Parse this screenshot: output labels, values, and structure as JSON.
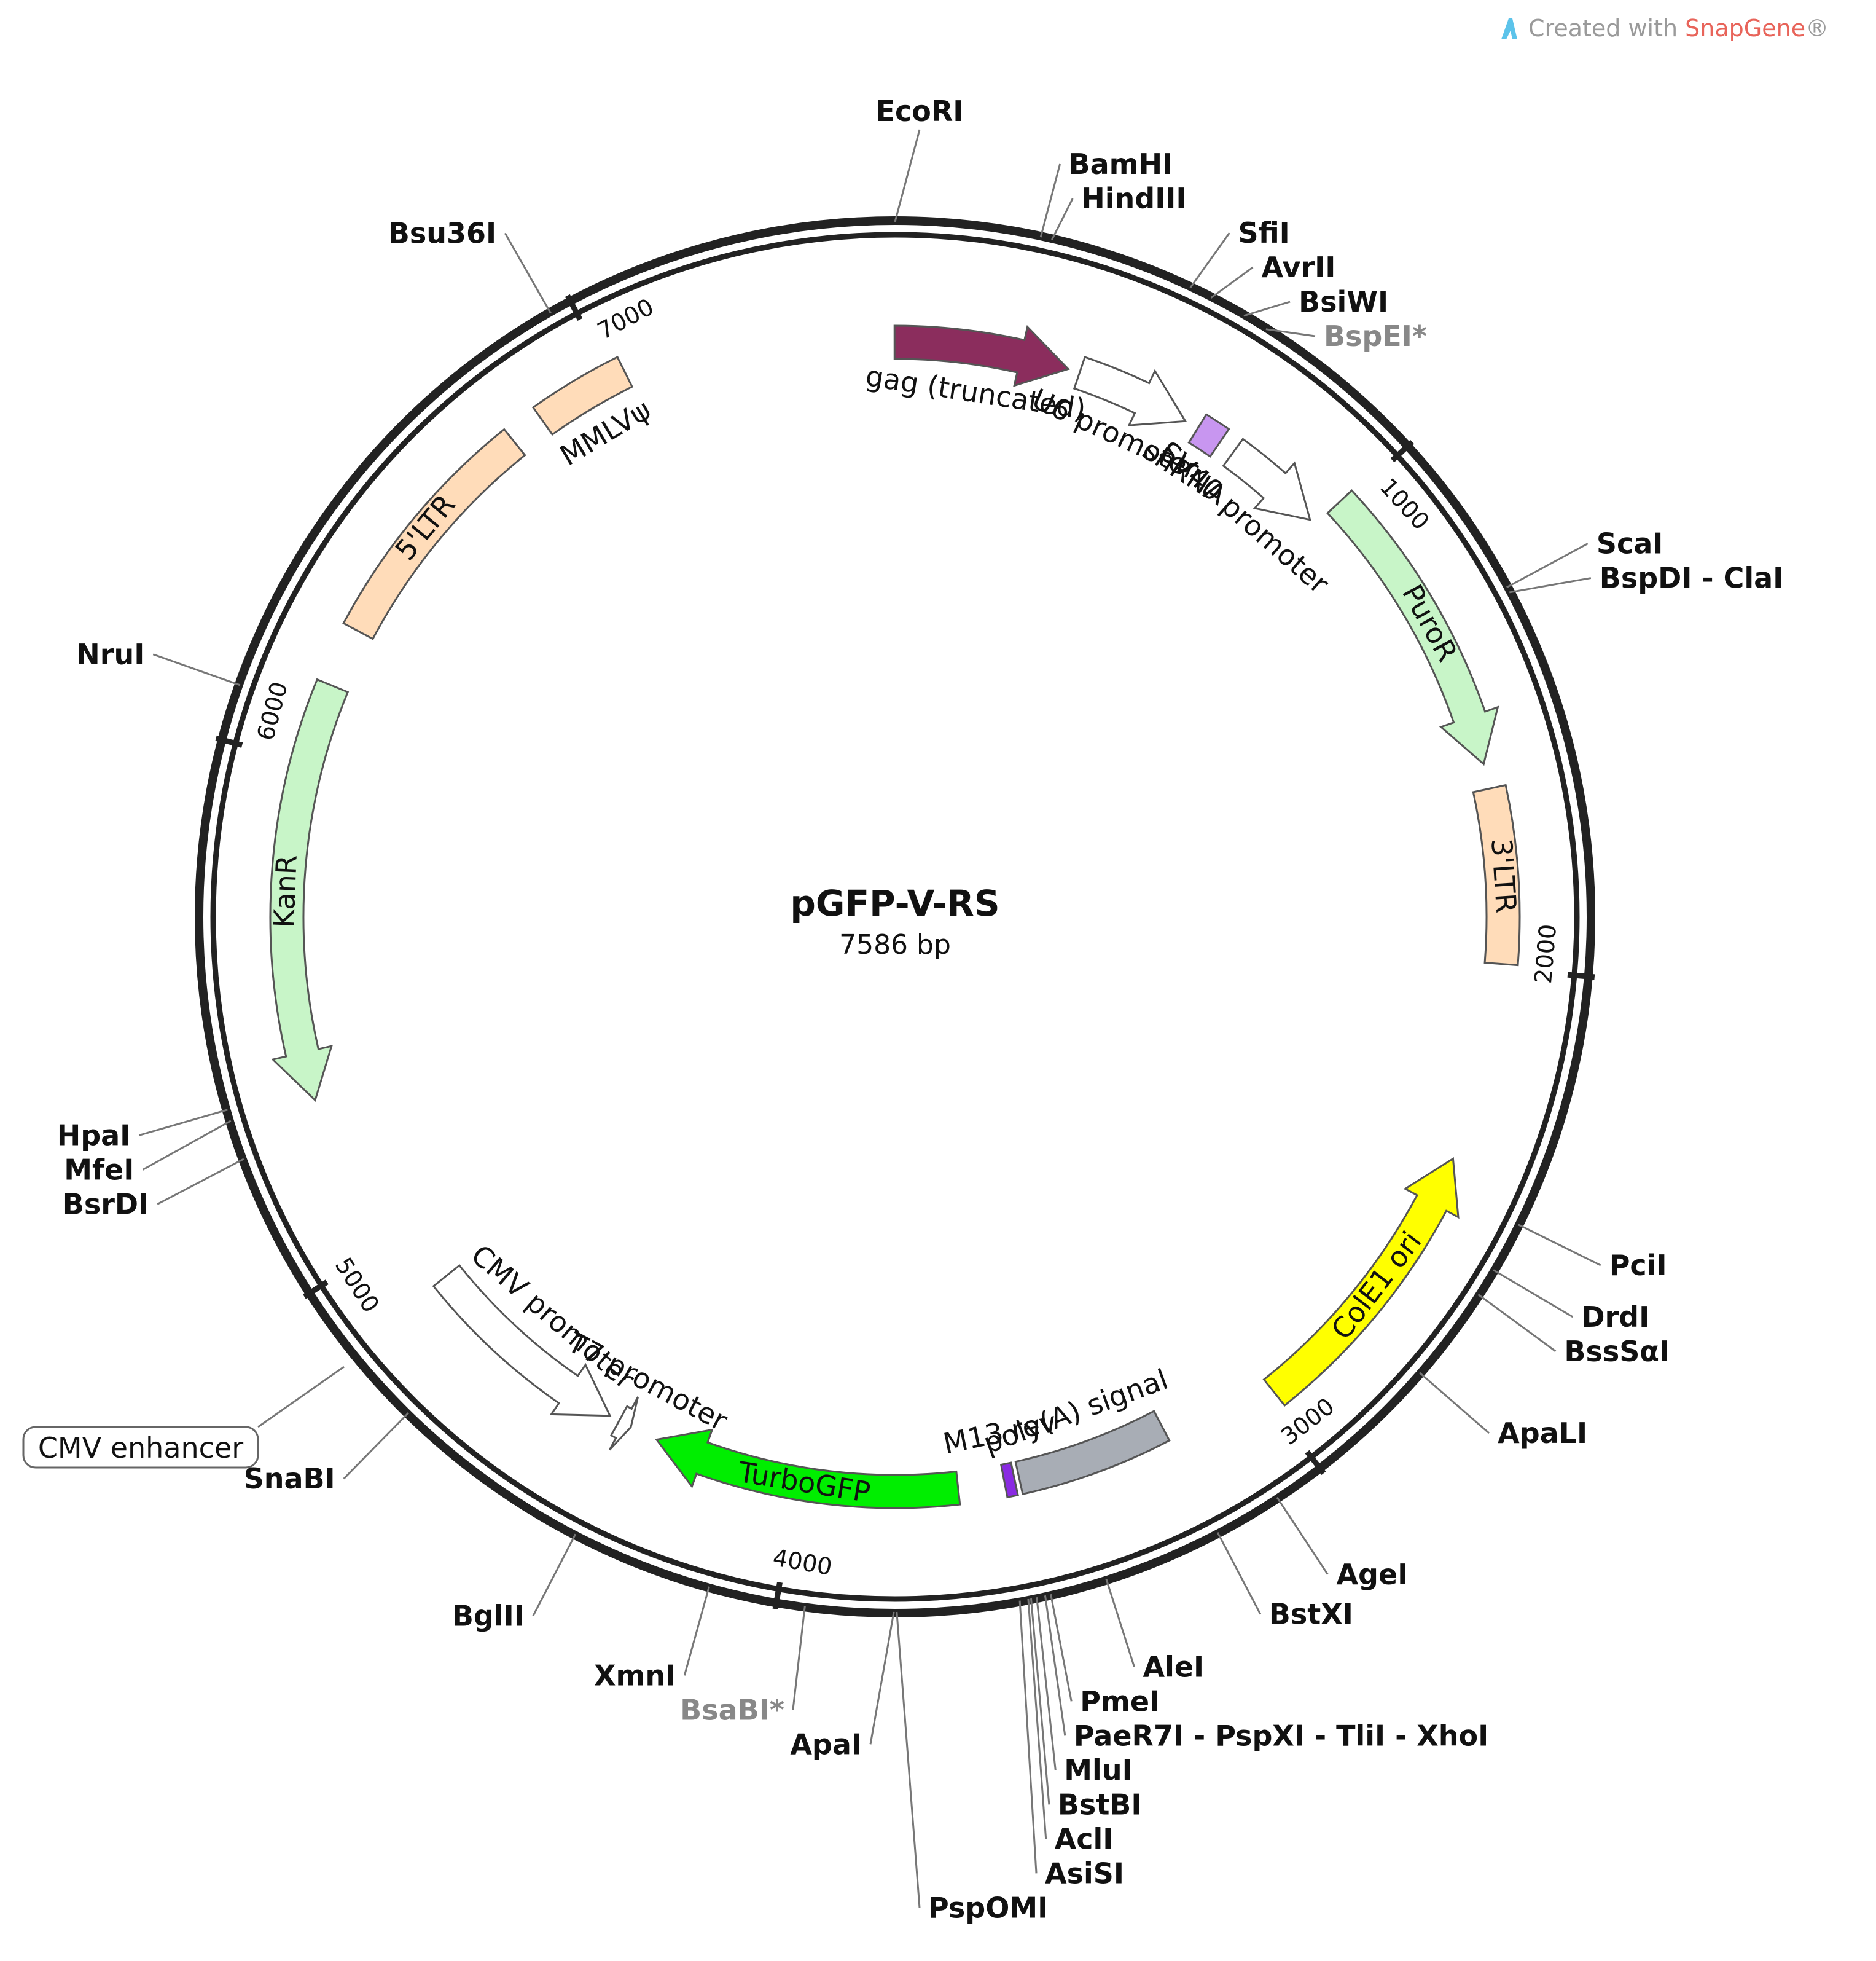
{
  "watermark": {
    "prefix": "Created with ",
    "brand": "SnapGene",
    "mark": "®"
  },
  "plasmid": {
    "name": "pGFP-V-RS",
    "length_label": "7586 bp",
    "length": 7586
  },
  "ticks": [
    {
      "pos": 1000,
      "label": "1000"
    },
    {
      "pos": 2000,
      "label": "2000"
    },
    {
      "pos": 3000,
      "label": "3000"
    },
    {
      "pos": 4000,
      "label": "4000"
    },
    {
      "pos": 5000,
      "label": "5000"
    },
    {
      "pos": 6000,
      "label": "6000"
    },
    {
      "pos": 7000,
      "label": "7000"
    }
  ],
  "features": [
    {
      "name": "gag (truncated)",
      "start": 7585,
      "end": 370,
      "strand": 1,
      "color": "#8b2d5d",
      "track": 2
    },
    {
      "name": "U6 promoter",
      "start": 395,
      "end": 640,
      "strand": 1,
      "color": "#ffffff",
      "track": 2
    },
    {
      "name": "shRNA",
      "start": 670,
      "end": 725,
      "strand": 0,
      "color": "#c896f0",
      "track": 2
    },
    {
      "name": "SV40 promoter",
      "start": 760,
      "end": 975,
      "strand": 1,
      "color": "#ffffff",
      "track": 2
    },
    {
      "name": "PuroR",
      "start": 990,
      "end": 1590,
      "strand": 1,
      "color": "#c8f5c8",
      "track": 1
    },
    {
      "name": "3'LTR",
      "start": 1640,
      "end": 1990,
      "strand": 0,
      "color": "#ffdcb9",
      "track": 1
    },
    {
      "name": "ColE1 ori",
      "start": 2390,
      "end": 2980,
      "strand": -1,
      "color": "#ffff00",
      "track": 1
    },
    {
      "name": "poly(A) signal",
      "start": 3210,
      "end": 3530,
      "strand": 0,
      "color": "#a8adb5",
      "track": 2
    },
    {
      "name": "M13 rev",
      "start": 3540,
      "end": 3562,
      "strand": 0,
      "color": "#8a2be2",
      "track": 2
    },
    {
      "name": "TurboGFP",
      "start": 3660,
      "end": 4310,
      "strand": 1,
      "color": "#00ee00",
      "track": 2
    },
    {
      "name": "T7 promoter",
      "start": 4370,
      "end": 4398,
      "strand": -1,
      "color": "#ffffff",
      "track": 2
    },
    {
      "name": "CMV promoter",
      "start": 4420,
      "end": 4875,
      "strand": -1,
      "color": "#ffffff",
      "track": 2
    },
    {
      "name": "KanR",
      "start": 5320,
      "end": 6160,
      "strand": -1,
      "color": "#c8f5c8",
      "track": 1
    },
    {
      "name": "5'LTR",
      "start": 6280,
      "end": 6770,
      "strand": 0,
      "color": "#ffdcb9",
      "track": 1
    },
    {
      "name": "MMLVψ",
      "start": 6840,
      "end": 7030,
      "strand": 0,
      "color": "#ffdcb9",
      "track": 1
    }
  ],
  "cmv_enhancer": {
    "label": "CMV enhancer"
  },
  "sites": [
    {
      "name": "EcoRI",
      "pos": 0,
      "gray": false
    },
    {
      "name": "BamHI",
      "pos": 255,
      "gray": false
    },
    {
      "name": "HindIII",
      "pos": 275,
      "gray": false
    },
    {
      "name": "SfiI",
      "pos": 530,
      "gray": false
    },
    {
      "name": "AvrII",
      "pos": 570,
      "gray": false
    },
    {
      "name": "BsiWI",
      "pos": 635,
      "gray": false
    },
    {
      "name": "BspEI*",
      "pos": 680,
      "gray": true
    },
    {
      "name": "ScaI",
      "pos": 1300,
      "gray": false
    },
    {
      "name": "BspDI - ClaI",
      "pos": 1310,
      "gray": false
    },
    {
      "name": "PciI",
      "pos": 2450,
      "gray": false
    },
    {
      "name": "DrdI",
      "pos": 2540,
      "gray": false
    },
    {
      "name": "BssSαI",
      "pos": 2590,
      "gray": false
    },
    {
      "name": "ApaLI",
      "pos": 2760,
      "gray": false
    },
    {
      "name": "AgeI",
      "pos": 3090,
      "gray": false
    },
    {
      "name": "BstXI",
      "pos": 3210,
      "gray": false
    },
    {
      "name": "AleI",
      "pos": 3420,
      "gray": false
    },
    {
      "name": "PmeI",
      "pos": 3520,
      "gray": false
    },
    {
      "name": "PaeR7I - PspXI - TliI - XhoI",
      "pos": 3530,
      "gray": false
    },
    {
      "name": "MluI",
      "pos": 3545,
      "gray": false
    },
    {
      "name": "BstBI",
      "pos": 3555,
      "gray": false
    },
    {
      "name": "AclI",
      "pos": 3560,
      "gray": false
    },
    {
      "name": "AsiSI",
      "pos": 3575,
      "gray": false
    },
    {
      "name": "PspOMI",
      "pos": 3790,
      "gray": false
    },
    {
      "name": "ApaI",
      "pos": 3795,
      "gray": false
    },
    {
      "name": "BsaBI*",
      "pos": 3950,
      "gray": true
    },
    {
      "name": "XmnI",
      "pos": 4120,
      "gray": false
    },
    {
      "name": "BglII",
      "pos": 4370,
      "gray": false
    },
    {
      "name": "SnaBI",
      "pos": 4730,
      "gray": false
    },
    {
      "name": "BsrDI",
      "pos": 5260,
      "gray": false
    },
    {
      "name": "MfeI",
      "pos": 5330,
      "gray": false
    },
    {
      "name": "HpaI",
      "pos": 5350,
      "gray": false
    },
    {
      "name": "NruI",
      "pos": 6100,
      "gray": false
    },
    {
      "name": "Bsu36I",
      "pos": 6960,
      "gray": false
    }
  ]
}
